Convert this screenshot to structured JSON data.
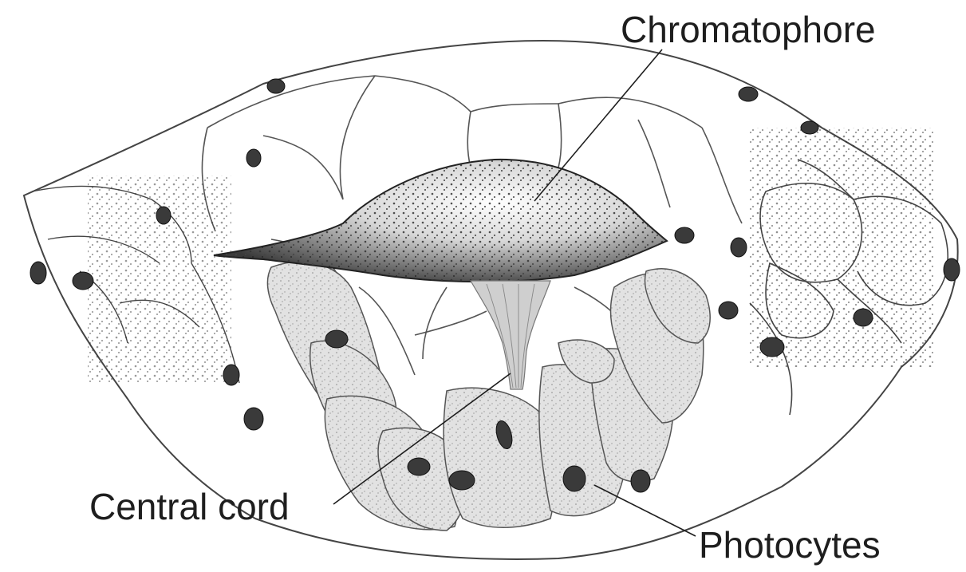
{
  "figure": {
    "labels": {
      "chromatophore": "Chromatophore",
      "central_cord": "Central cord",
      "photocytes": "Photocytes"
    },
    "colors": {
      "ink": "#1e1e1e",
      "cell_fill": "#dcdcdc",
      "background": "#ffffff"
    }
  }
}
